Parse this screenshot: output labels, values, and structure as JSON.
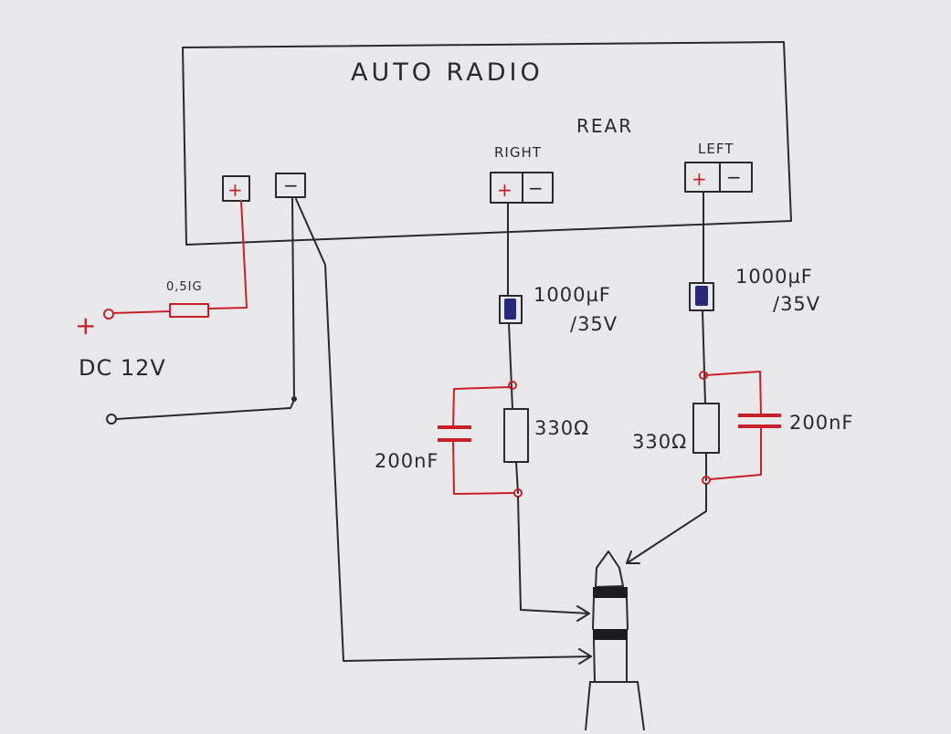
{
  "unit": {
    "title": "AUTO RADIO",
    "rear_label": "REAR",
    "right_label": "RIGHT",
    "left_label": "LEFT",
    "plus_symbol": "+",
    "minus_symbol": "−"
  },
  "power": {
    "fuse_label": "0,5IG",
    "plus_symbol": "+",
    "supply_label": "DC 12V"
  },
  "right_channel": {
    "cap_value": "1000µF",
    "cap_voltage": "/35V",
    "resistor_value": "330Ω",
    "filter_cap_value": "200nF"
  },
  "left_channel": {
    "cap_value": "1000µF",
    "cap_voltage": "/35V",
    "resistor_value": "330Ω",
    "filter_cap_value": "200nF"
  },
  "colors": {
    "ink": "#2a2a2e",
    "red_ink": "#c8202a",
    "cap_fill": "#262a78",
    "paper": "#e9e9eb",
    "plug_band": "#1c1c1e"
  }
}
